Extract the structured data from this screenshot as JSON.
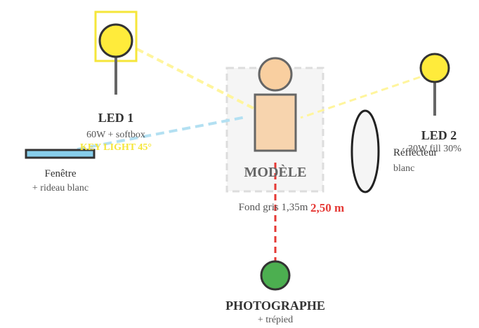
{
  "colors": {
    "led_fill": "#ffeb3b",
    "led_stroke": "#333333",
    "stand": "#666666",
    "key_beam": "#fff59d",
    "window_beam": "#b3e0f2",
    "window_fill": "#87ceeb",
    "model_skin": "#f7d4ae",
    "model_zone": "#f5f5f5",
    "distance": "#e53935",
    "photographer": "#4caf50",
    "reflector_fill": "#f5f5f5"
  },
  "led1": {
    "title": "LED 1",
    "spec": "60W + softbox",
    "role": "KEY LIGHT 45°"
  },
  "led2": {
    "title": "LED 2",
    "spec": "30W fill 30%"
  },
  "window": {
    "title": "Fenêtre",
    "sub": "+ rideau blanc"
  },
  "model": {
    "title": "MODÈLE",
    "background": "Fond gris 1,35m"
  },
  "reflector": {
    "title": "Réflecteur",
    "sub": "blanc"
  },
  "distance": {
    "label": "2,50 m"
  },
  "photographer": {
    "title": "PHOTOGRAPHE",
    "sub": "+ trépied"
  }
}
